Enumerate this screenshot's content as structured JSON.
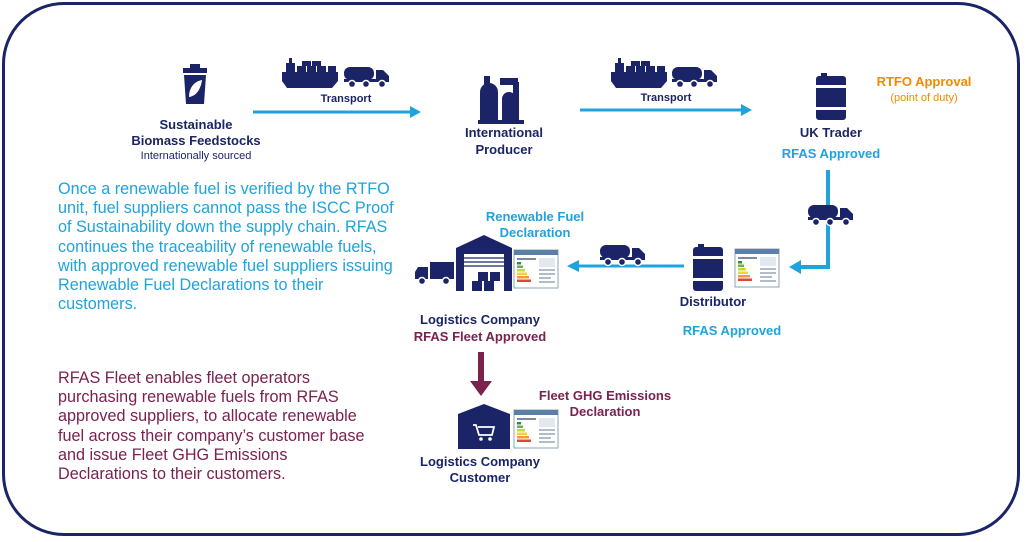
{
  "nodes": {
    "biomass": {
      "title_line1": "Sustainable",
      "title_line2": "Biomass Feedstocks",
      "subtitle": "Internationally sourced"
    },
    "producer": {
      "title_line1": "International",
      "title_line2": "Producer"
    },
    "uk_trader": {
      "title": "UK Trader",
      "status": "RFAS Approved"
    },
    "rtfo": {
      "title": "RTFO Approval",
      "subtitle": "(point of duty)"
    },
    "distributor": {
      "title": "Distributor",
      "status": "RFAS Approved"
    },
    "logistics": {
      "title": "Logistics Company",
      "status": "RFAS Fleet Approved"
    },
    "customer": {
      "title_line1": "Logistics Company",
      "title_line2": "Customer"
    }
  },
  "edges": {
    "transport_1": "Transport",
    "transport_2": "Transport"
  },
  "declarations": {
    "renewable_line1": "Renewable Fuel",
    "renewable_line2": "Declaration",
    "ghg_line1": "Fleet GHG Emissions",
    "ghg_line2": "Declaration"
  },
  "paragraphs": {
    "rfas": "Once a renewable fuel is verified by the RTFO unit, fuel suppliers cannot pass the ISCC Proof of Sustainability down the supply chain. RFAS continues the traceability of renewable fuels, with approved renewable fuel suppliers issuing Renewable Fuel Declarations to their customers.",
    "fleet": "RFAS Fleet enables fleet operators purchasing renewable fuels from RFAS approved suppliers, to allocate renewable fuel across their company’s customer base and issue Fleet GHG Emissions Declarations to their customers."
  },
  "colors": {
    "navy": "#1b2466",
    "cyan": "#1fa3dd",
    "orange": "#f08a00",
    "maroon": "#7a2150"
  }
}
